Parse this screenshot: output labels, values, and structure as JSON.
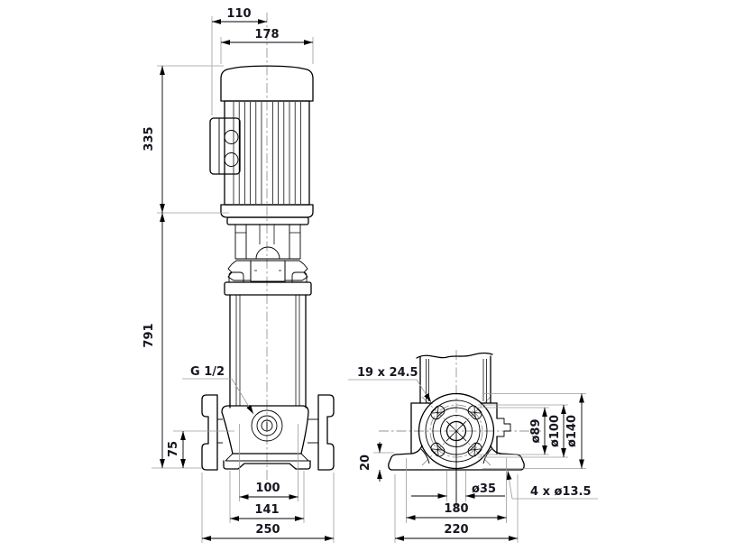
{
  "front_view": {
    "dims": {
      "box_to_center": "110",
      "motor_width": "178",
      "motor_height": "335",
      "pump_height": "791",
      "port_height": "75",
      "base_inner_width": "100",
      "base_mid_width": "141",
      "port_to_port": "250"
    },
    "labels": {
      "gauge_port": "G 1/2"
    }
  },
  "side_view": {
    "dims": {
      "flange_slot": "19 x 24.5",
      "dia_89": "ø89",
      "dia_100": "ø100",
      "dia_140": "ø140",
      "foot_height": "20",
      "dia_35": "ø35",
      "foot_hole_spacing": "180",
      "foot_width": "220"
    },
    "labels": {
      "bolt_holes": "4 x ø13.5"
    }
  },
  "colors": {
    "line": "#000000",
    "extension_line": "#9c9c9c",
    "dimension_text": "#16161f",
    "background": "#ffffff"
  }
}
